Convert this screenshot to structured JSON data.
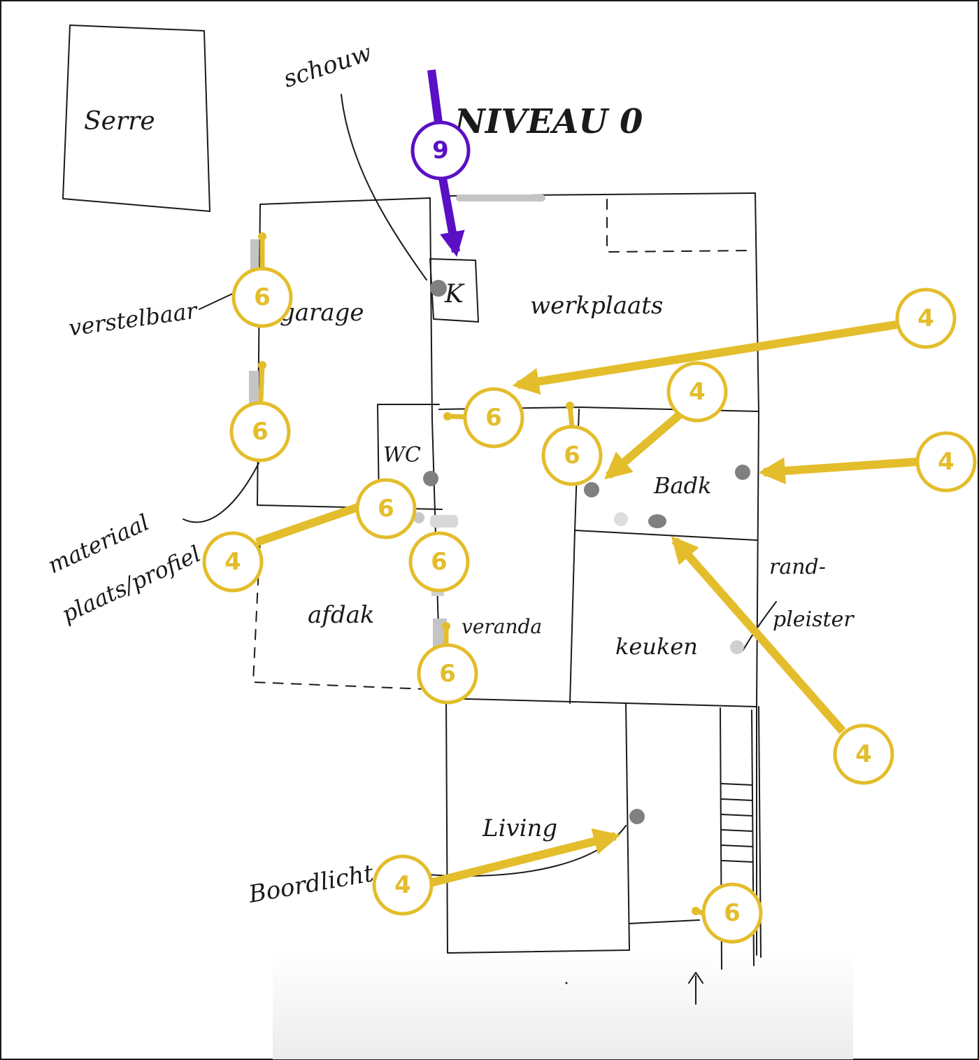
{
  "title": "NIVEAU 0",
  "rooms": {
    "serre": "Serre",
    "garage": "garage",
    "werkplaats": "werkplaats",
    "wc": "WC",
    "badk": "Badk",
    "keuken": "keuken",
    "veranda": "veranda",
    "afdak": "afdak",
    "living": "Living",
    "kast": "K"
  },
  "notes": {
    "schouw": "schouw",
    "verstelbaar": "verstelbaar",
    "materiaal_line1": "materiaal",
    "materiaal_line2": "plaats/profiel",
    "rand_line1": "rand-",
    "rand_line2": "pleister",
    "boordlicht": "Boordlicht"
  },
  "badges": {
    "v9": "9",
    "v6": "6",
    "v4": "4"
  },
  "colors": {
    "sketch": "#1a1a1a",
    "yellow_badge": "#e3bd2b",
    "purple_badge": "#5a10c4",
    "grey_marker": "#808080",
    "light_marker": "#c8c8c8"
  }
}
